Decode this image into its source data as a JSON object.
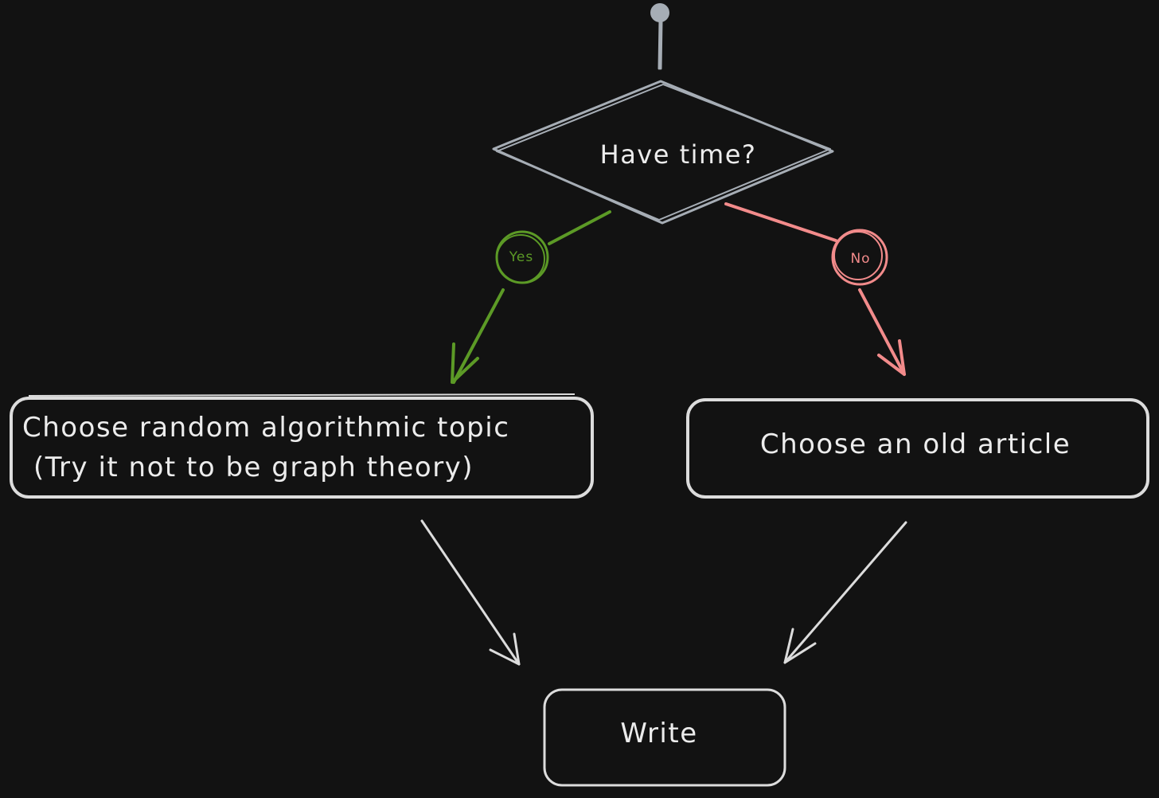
{
  "colors": {
    "background": "#121212",
    "stroke": "#dcdcdc",
    "decision_stroke": "#a6adb5",
    "yes": "#5c9a26",
    "no": "#f28b8b",
    "text": "#ececec"
  },
  "start": {
    "name": "start-node"
  },
  "decision": {
    "label": "Have time?"
  },
  "branches": {
    "yes": {
      "label": "Yes"
    },
    "no": {
      "label": "No"
    }
  },
  "nodes": {
    "left": {
      "line1": "Choose random algorithmic topic",
      "line2": "(Try it not to be graph theory)"
    },
    "right": {
      "label": "Choose an old article"
    },
    "bottom": {
      "label": "Write"
    }
  }
}
